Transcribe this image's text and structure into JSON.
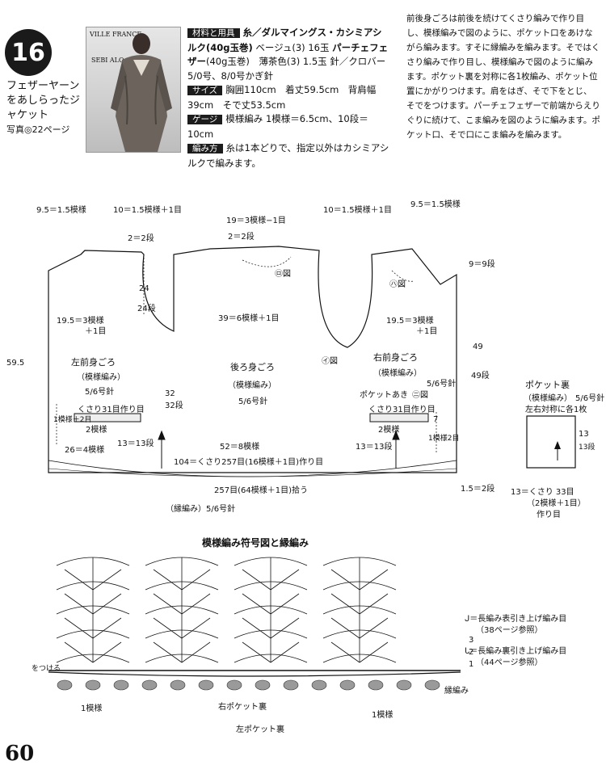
{
  "pattern": {
    "number": "16",
    "title": "フェザーヤーンをあしらったジャケット",
    "photo_ref": "写真◎22ページ",
    "photo_brand": "VILLE FRANCE",
    "photo_logo": "SEBI ALO"
  },
  "materials": {
    "label": "材料と用具",
    "yarn_prefix": "糸／ダルマイングス・カシミアシルク(40g玉巻)",
    "yarn_detail": "ベージュ(3) 16玉",
    "feather_name": "パーチェフェザー",
    "feather_detail": "(40g玉巻)　薄茶色(3) 1.5玉",
    "needle_label": "針／クロバー5/0号、8/0号かぎ針"
  },
  "size": {
    "label": "サイズ",
    "text": "胸囲110cm　着丈59.5cm　背肩幅39cm　そで丈53.5cm"
  },
  "gauge": {
    "label": "ゲージ",
    "text": "模様編み 1模様＝6.5cm、10段＝10cm"
  },
  "method": {
    "label": "編み方",
    "text": "糸は1本どりで、指定以外はカシミアシルクで編みます。"
  },
  "instructions": "前後身ごろは前後を続けてくさり編みで作り目し、模様編みで図のように、ポケット口をあけながら編みます。すそに縁編みを編みます。そではくさり編みで作り目し、模様編みで図のように編みます。ポケット裏を対称に各1枚編み、ポケット位置にかがりつけます。肩をはぎ、そで下をとじ、そでをつけます。パーチェフェザーで前端からえりぐりに続けて、こま編みを図のように編みます。ポケット口、そで口にこま編みを編みます。",
  "body_diagram": {
    "top_dims": {
      "d1": "9.5＝1.5模様",
      "d2": "10＝1.5模様＋1目",
      "d3": "19＝3模様−1目",
      "d4": "10＝1.5模様＋1目",
      "d5": "9.5＝1.5模様"
    },
    "shoulder_left": "2＝2段",
    "shoulder_mid": "2＝2段",
    "armhole_depth": "24",
    "armhole_rows": "24段",
    "chest_left": "19.5＝3模様",
    "chest_left_sub": "＋1目",
    "chest_back": "39＝6模様＋1目",
    "chest_right": "19.5＝3模様",
    "chest_right_sub": "＋1目",
    "total_height": "59.5",
    "right_height": "49",
    "right_height_rows": "49段",
    "right_shoulder": "9＝9段",
    "left_panel_name": "左前身ごろ",
    "left_panel_stitch": "（模様編み）",
    "left_panel_hook": "5/6号針",
    "back_panel_name": "後ろ身ごろ",
    "back_panel_stitch": "（模様編み）",
    "back_panel_hook": "5/6号針",
    "right_panel_name": "右前身ごろ",
    "right_panel_stitch": "（模様編み）",
    "right_panel_hook": "5/6号針",
    "mid_height": "32",
    "mid_rows": "32段",
    "pocket_opening": "ポケットあき",
    "pocket_ref_ni": "㊁図",
    "ref_ro": "㋺図",
    "ref_ha": "㋩図",
    "ref_i": "㋑図",
    "left_chain": "くさり31目作り目",
    "left_chain_pattern": "2模様",
    "right_chain": "くさり31目作り目",
    "right_chain_pattern": "2模様",
    "left_side": "1模様＋2目",
    "right_side": "1模様2目",
    "seven": "7",
    "bottom_left": "26＝4模様",
    "bottom_rows_left": "13＝13段",
    "bottom_back": "52＝8模様",
    "bottom_rows_right": "13＝13段",
    "foundation": "104＝くさり257目(16模様＋1目)作り目",
    "edge_pickup": "257目(64模様＋1目)拾う",
    "edge_label": "（縁編み）5/6号針",
    "edge_rows": "1.5＝2段"
  },
  "pocket_lining": {
    "title": "ポケット裏",
    "stitch": "（模様編み）",
    "hook": "5/6号針",
    "note": "左右対称に各1枚",
    "height": "13",
    "height_rows": "13段",
    "width": "13＝くさり 33目",
    "width_sub": "（2模様＋1目）",
    "width_sub2": "作り目"
  },
  "chart": {
    "title": "模様編み符号図と縁編み",
    "row_labels": [
      "3",
      "2",
      "1"
    ],
    "side_label": "糸をつける",
    "edge_label": "縁編み",
    "one_pattern_left": "1模様",
    "one_pattern_right": "1模様",
    "right_pocket": "右ポケット裏",
    "left_pocket": "左ポケット裏"
  },
  "legend": {
    "item1": "＝長編み表引き上げ編み目",
    "item1_ref": "（38ページ参照）",
    "item2": "＝長編み裏引き上げ編み目",
    "item2_ref": "（44ページ参照）"
  },
  "page_number": "60"
}
